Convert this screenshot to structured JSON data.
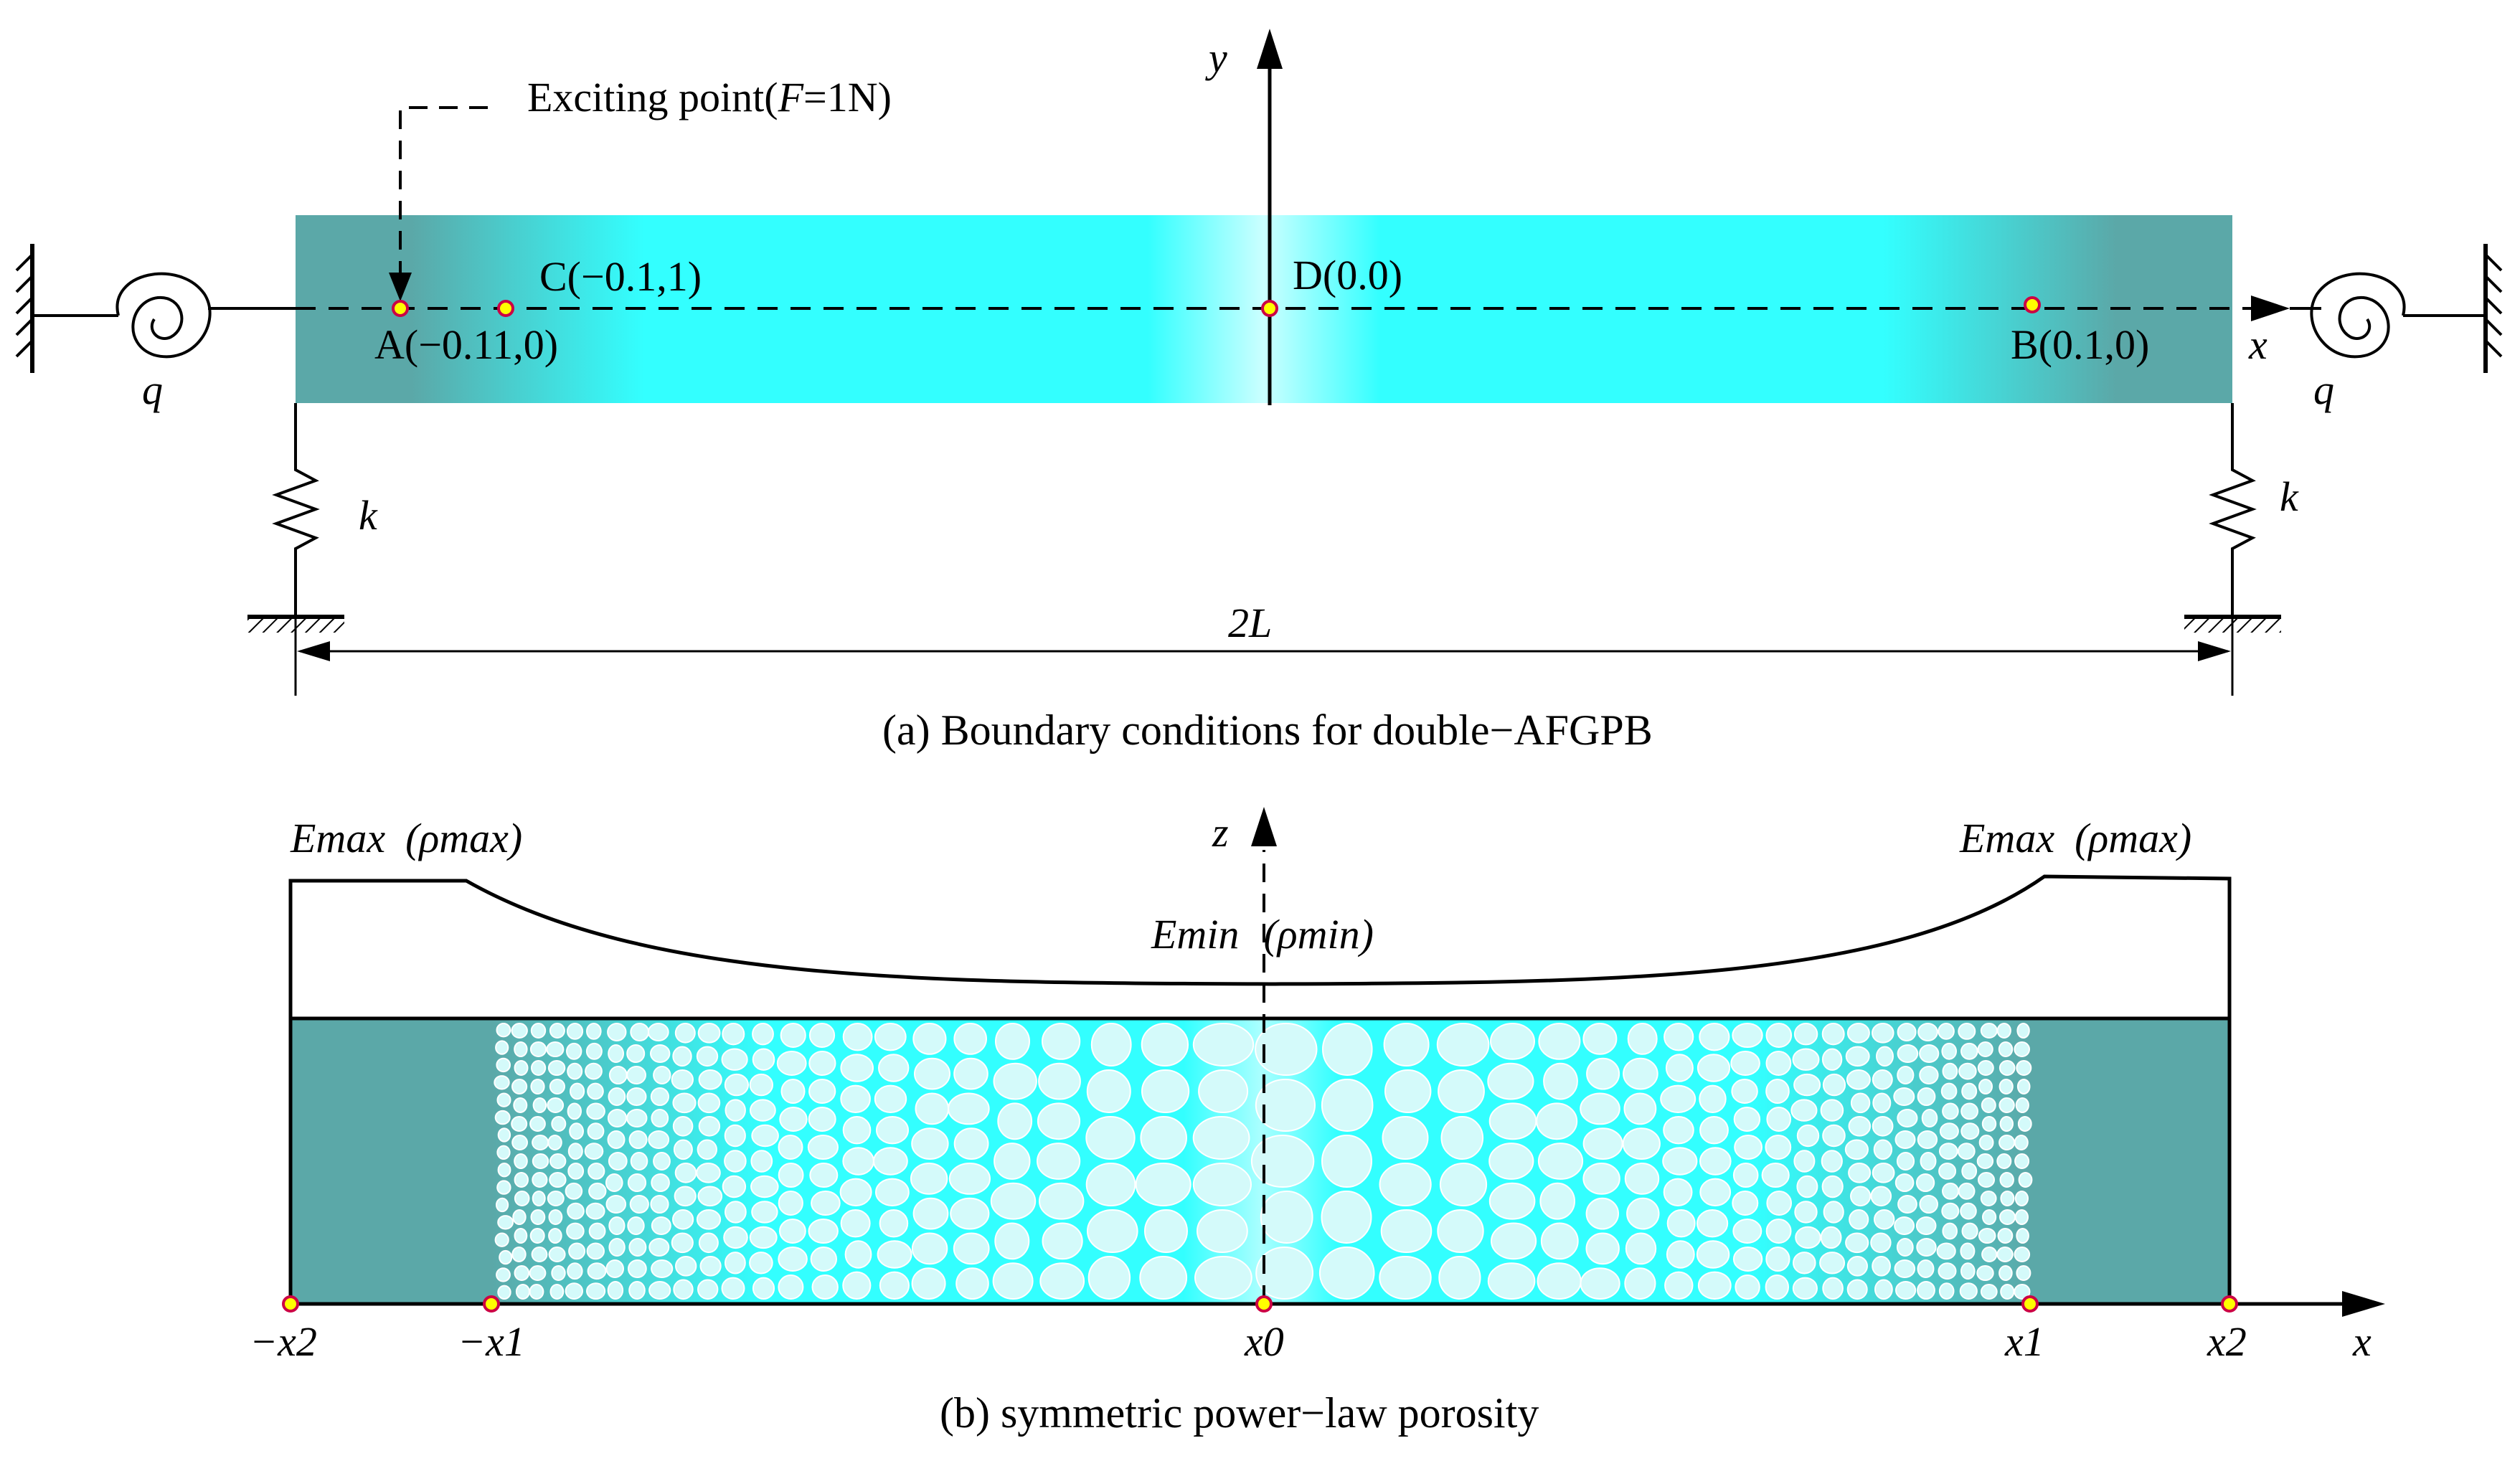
{
  "panel_a": {
    "caption": "(a) Boundary conditions for double−AFGPB",
    "exciting_point_label": "Exciting point(",
    "exciting_point_var": "F",
    "exciting_point_value": "=1N)",
    "axis_y": "y",
    "axis_x": "x",
    "point_a": "A(−0.11,0)",
    "point_b": "B(0.1,0)",
    "point_c": "C(−0.1,1)",
    "point_d": "D(0.0)",
    "rot_spring_left": "q",
    "rot_spring_right": "q",
    "trans_spring_left": "k",
    "trans_spring_right": "k",
    "length_label": "2L"
  },
  "panel_b": {
    "caption": "(b)  symmetric power−law porosity",
    "emax_left": "Emax",
    "rhomax_left": "(ρmax)",
    "emax_right": "Emax",
    "rhomax_right": "(ρmax)",
    "emin": "Emin",
    "rhomin": "(ρmin)",
    "axis_z": "z",
    "axis_x": "x",
    "tick_neg_x2": "−x2",
    "tick_neg_x1": "−x1",
    "tick_x0": "x0",
    "tick_x1": "x1",
    "tick_x2": "x2"
  },
  "colors": {
    "dense_teal": "#5ba8a8",
    "porous_cyan": "#33ffff",
    "center_light": "#ccffff",
    "pore_fill": "#d4fafa",
    "marker_fill": "#ffff00",
    "marker_stroke": "#cc0044"
  }
}
